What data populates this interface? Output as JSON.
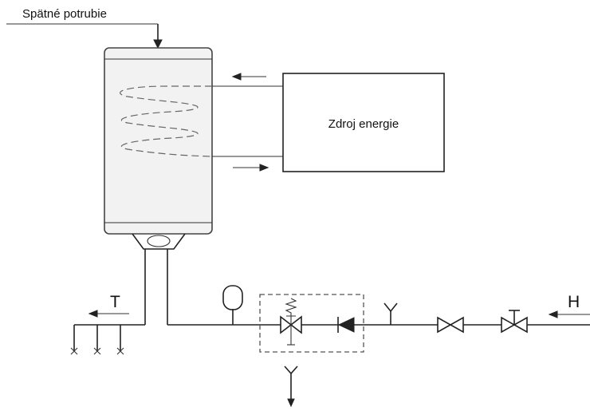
{
  "labels": {
    "return_pipe": "Spätné potrubie",
    "energy_source": "Zdroj energie",
    "hot_outlet": "T",
    "cold_inlet": "H"
  },
  "icons": [
    "storage-tank-icon",
    "heating-coil-icon",
    "expansion-vessel-icon",
    "safety-valve-icon",
    "check-valve-icon",
    "shutoff-valve-icon",
    "drain-funnel-icon",
    "tap-icon"
  ],
  "colors": {
    "line": "#222222",
    "tank_fill": "#f2f2f2",
    "group_border": "#555555"
  }
}
